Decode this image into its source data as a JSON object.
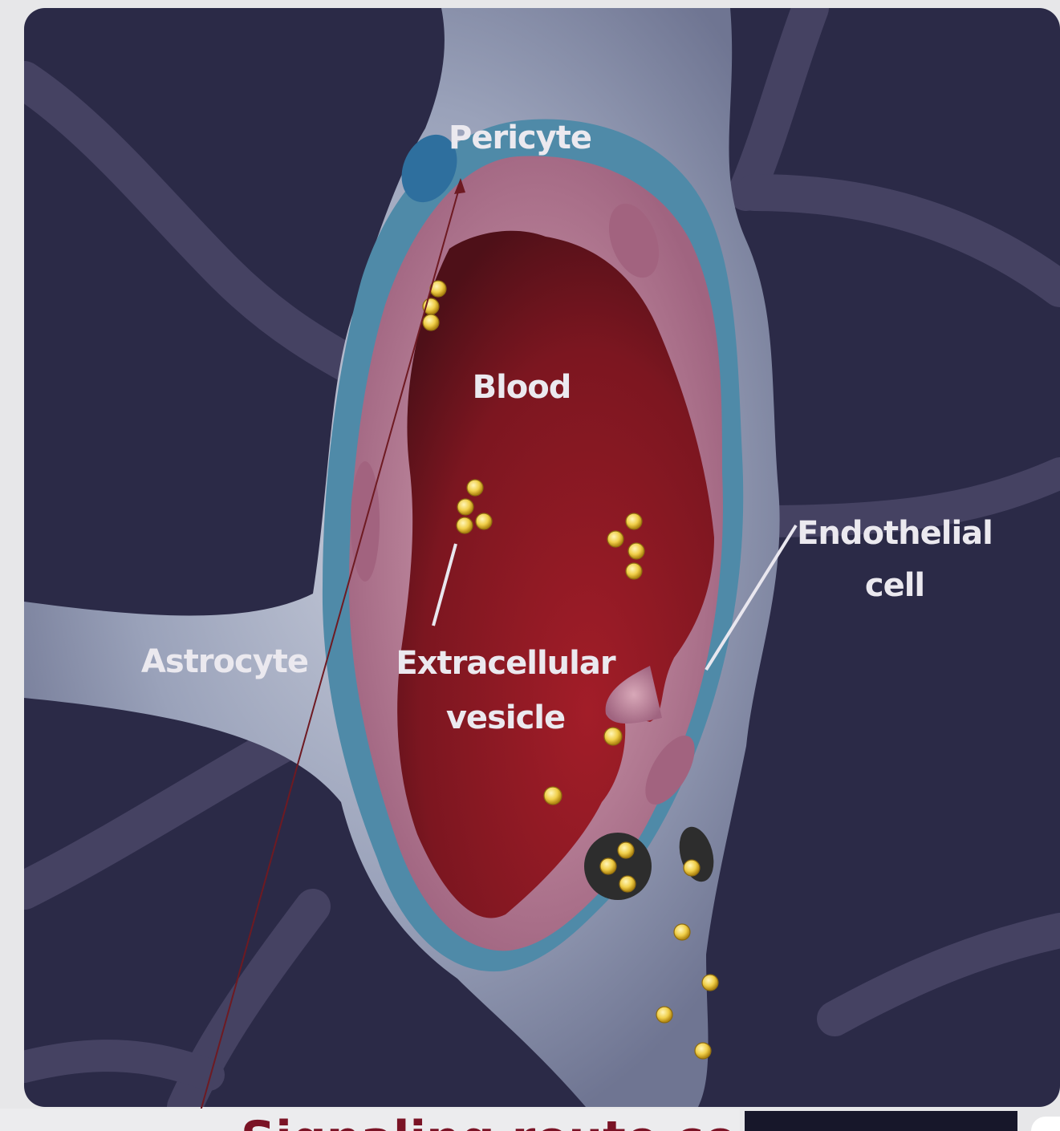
{
  "diagram": {
    "labels": {
      "pericyte": "Pericyte",
      "blood": "Blood",
      "astrocyte": "Astrocyte",
      "vesicle_line1": "Extracellular",
      "vesicle_line2": "vesicle",
      "endothelial_line1": "Endothelial",
      "endothelial_line2": "cell"
    },
    "colors": {
      "background": "#2b2a47",
      "astrocyte_process": "#454262",
      "astrocyte_body": "#8b93ad",
      "pericyte_layer": "#4f8aa8",
      "endothelial_layer": "#b4778c",
      "blood": "#8e1a24",
      "vesicle": "#e8c64a",
      "pointer_arrow": "#6e1a22"
    }
  },
  "caption": {
    "text": "Signaling route control",
    "color": "#7a1325"
  }
}
